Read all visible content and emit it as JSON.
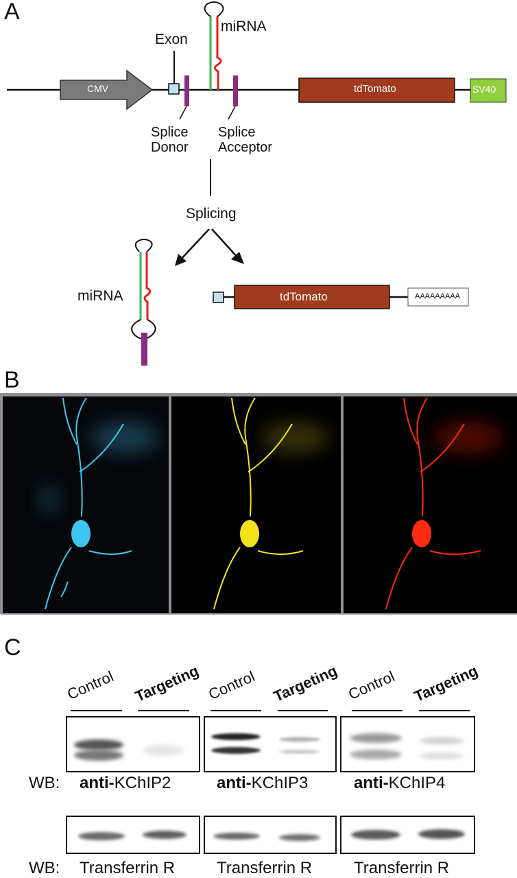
{
  "panels": {
    "a": "A",
    "b": "B",
    "c": "C"
  },
  "panel_a": {
    "exon_label": "Exon",
    "mirna_label": "miRNA",
    "cmv_label": "CMV",
    "tdtomato_label": "tdTomato",
    "sv40_label": "SV40",
    "splice_donor_label": "Splice\nDonor",
    "splice_acceptor_label": "Splice\nAcceptor",
    "splicing_label": "Splicing",
    "product_mirna_label": "miRNA",
    "product_tdtomato_label": "tdTomato",
    "polya_label": "AAAAAAAAA",
    "colors": {
      "cmv": "#7a7a7a",
      "tdtomato": "#a23a1d",
      "sv40": "#8fcf3c",
      "exon": "#bfe3ec",
      "splice_site": "#8a2c82",
      "mirna_green": "#3cb44b",
      "mirna_red": "#e02020"
    }
  },
  "panel_b": {
    "channels": [
      {
        "name": "blue",
        "color": "#3ec6f0"
      },
      {
        "name": "yellow",
        "color": "#f2e21c"
      },
      {
        "name": "red",
        "color": "#ff2a10"
      }
    ]
  },
  "panel_c": {
    "groups": [
      {
        "control": "Control",
        "targeting": "Targeting",
        "antibody_prefix": "anti-",
        "antibody_name": "KChIP2",
        "loading": "Transferrin R"
      },
      {
        "control": "Control",
        "targeting": "Targeting",
        "antibody_prefix": "anti-",
        "antibody_name": "KChIP3",
        "loading": "Transferrin R"
      },
      {
        "control": "Control",
        "targeting": "Targeting",
        "antibody_prefix": "anti-",
        "antibody_name": "KChIP4",
        "loading": "Transferrin R"
      }
    ],
    "wb_label_top": "WB:",
    "wb_label_bottom": "WB:"
  }
}
